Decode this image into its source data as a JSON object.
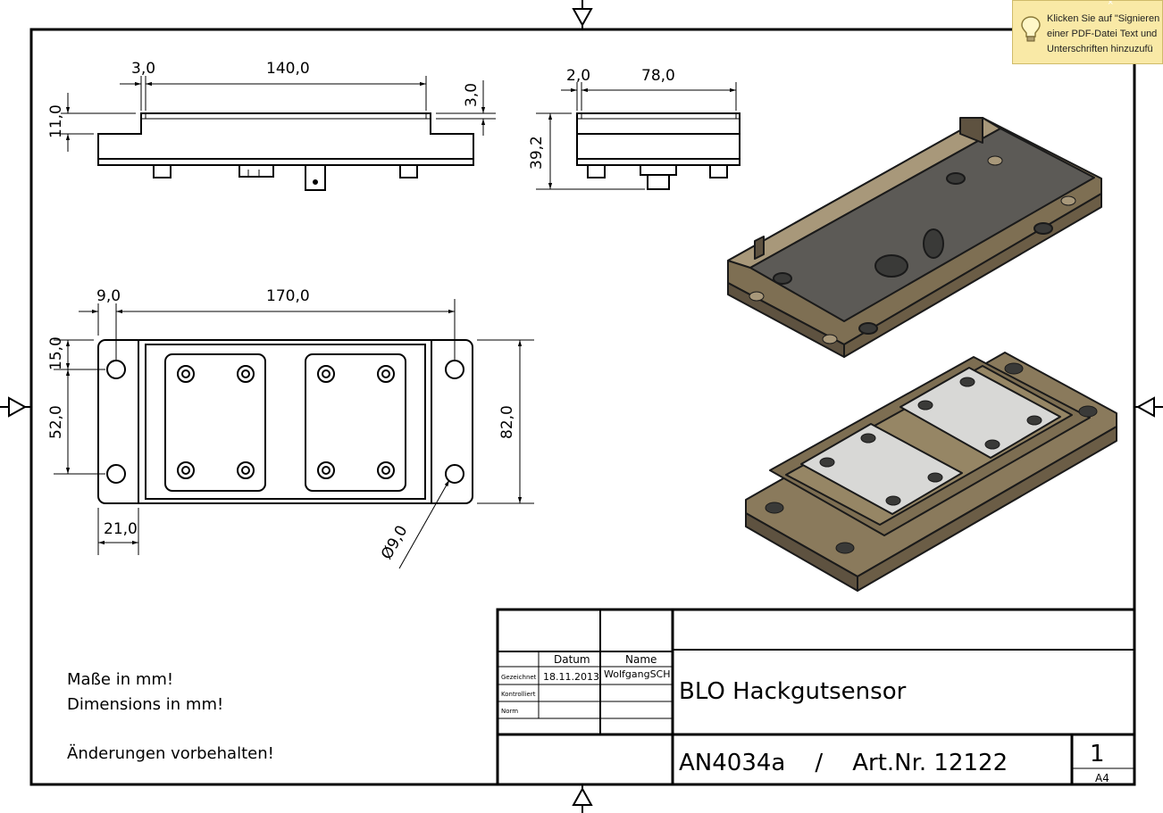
{
  "tooltip": {
    "lines": [
      "Klicken Sie auf \"Signieren",
      "einer PDF-Datei Text und",
      "Unterschriften hinzuzufü"
    ],
    "close": "×",
    "icon": "lightbulb-icon"
  },
  "dimensions": {
    "front_left_gap": "3,0",
    "front_length": "140,0",
    "front_step_height": "11,0",
    "front_right_step": "3,0",
    "side_gap": "2,0",
    "side_width": "78,0",
    "side_height": "39,2",
    "top_edge": "9,0",
    "top_hole_spacing": "170,0",
    "top_hole_offset": "15,0",
    "top_hole_vertical": "52,0",
    "top_overall_width": "82,0",
    "top_bottom_offset": "21,0",
    "hole_diameter": "Ø9,0"
  },
  "notes": {
    "line1": "Maße in mm!",
    "line2": "Dimensions in mm!",
    "line3": "Änderungen vorbehalten!"
  },
  "title_block": {
    "col_datum": "Datum",
    "col_name": "Name",
    "row_gezeichnet": "Gezeichnet",
    "row_kontrolliert": "Kontrolliert",
    "row_norm": "Norm",
    "date": "18.11.2013",
    "drawn_by": "WolfgangSCH",
    "title": "BLO Hackgutsensor",
    "drawing_number": "AN4034a    /    Art.Nr. 12122",
    "sheet": "1",
    "format": "A4"
  },
  "colors": {
    "line": "#000000",
    "bronze": "#8a7a5c",
    "bronze_light": "#a8987a",
    "bronze_dark": "#5e5240",
    "plate": "#5c5a56",
    "pad": "#d8d8d6",
    "tooltip_bg": "#f9e9a6"
  }
}
